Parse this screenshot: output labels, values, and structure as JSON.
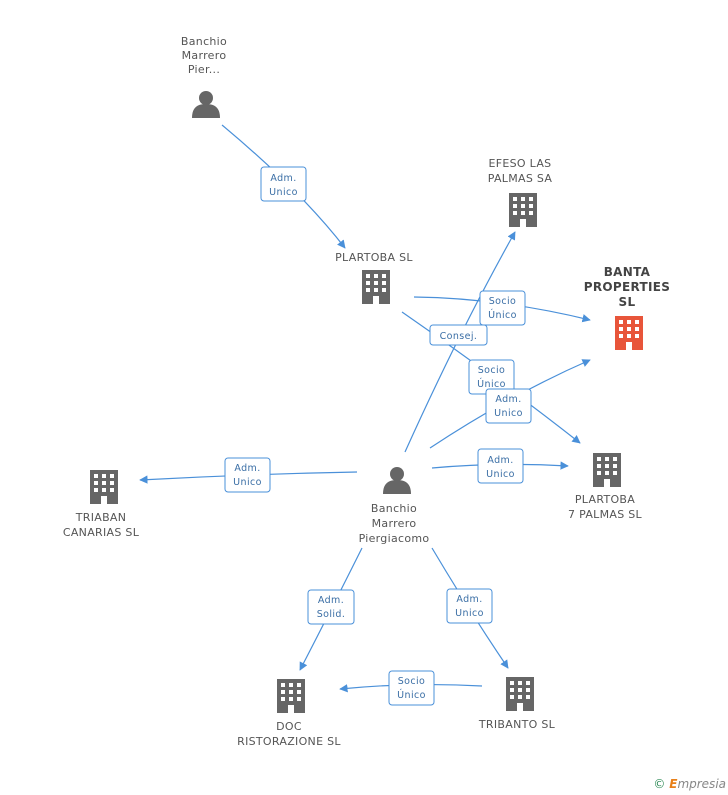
{
  "nodes": {
    "banchio_top": {
      "lines": [
        "Banchio",
        "Marrero",
        "Pier..."
      ],
      "kind": "person"
    },
    "plartoba": {
      "lines": [
        "PLARTOBA SL"
      ],
      "kind": "company"
    },
    "efeso": {
      "lines": [
        "EFESO LAS",
        "PALMAS SA"
      ],
      "kind": "company"
    },
    "banta": {
      "lines": [
        "BANTA",
        "PROPERTIES",
        "SL"
      ],
      "kind": "company-primary"
    },
    "plartoba7": {
      "lines": [
        "PLARTOBA",
        "7 PALMAS SL"
      ],
      "kind": "company"
    },
    "triaban": {
      "lines": [
        "TRIABAN",
        "CANARIAS SL"
      ],
      "kind": "company"
    },
    "banchio_center": {
      "lines": [
        "Banchio",
        "Marrero",
        "Piergiacomo"
      ],
      "kind": "person"
    },
    "doc": {
      "lines": [
        "DOC",
        "RISTORAZIONE SL"
      ],
      "kind": "company"
    },
    "tribanto": {
      "lines": [
        "TRIBANTO SL"
      ],
      "kind": "company"
    }
  },
  "edges": {
    "e1": [
      "Adm.",
      "Unico"
    ],
    "e2": [
      "Socio",
      "Único"
    ],
    "e3": [
      "Consej."
    ],
    "e4": [
      "Socio",
      "Único"
    ],
    "e5": [
      "Adm.",
      "Unico"
    ],
    "e6": [
      "Adm.",
      "Unico"
    ],
    "e7": [
      "Adm.",
      "Unico"
    ],
    "e8": [
      "Adm.",
      "Solid."
    ],
    "e9": [
      "Adm.",
      "Unico"
    ],
    "e10": [
      "Socio",
      "Único"
    ]
  },
  "colors": {
    "edge": "#4a90d9",
    "node": "#666666",
    "primary": "#e8553a"
  },
  "footer": {
    "copyright": "©",
    "brand_initial": "E",
    "brand_rest": "mpresia"
  }
}
